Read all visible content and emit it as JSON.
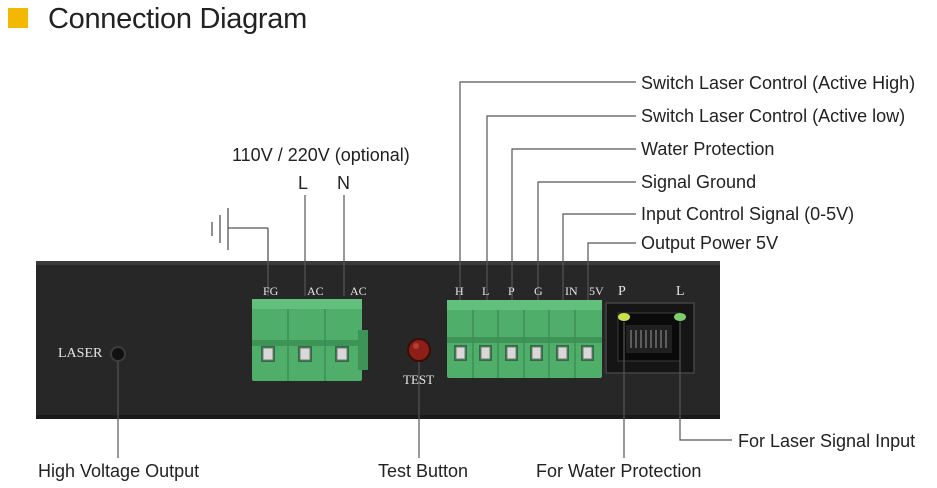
{
  "title": "Connection Diagram",
  "power": {
    "voltage_label": "110V / 220V (optional)",
    "l_label": "L",
    "n_label": "N"
  },
  "signal_callouts": [
    "Switch Laser Control (Active High)",
    "Switch Laser Control (Active low)",
    "Water Protection",
    "Signal Ground",
    "Input Control Signal (0-5V)",
    "Output Power 5V"
  ],
  "bottom_labels": {
    "hv_output": "High Voltage Output",
    "test_button": "Test Button",
    "water_protection": "For Water Protection",
    "laser_signal": "For Laser Signal Input"
  },
  "panel": {
    "laser": "LASER",
    "test": "TEST",
    "power_pins": [
      "FG",
      "AC",
      "AC"
    ],
    "signal_pins": [
      "H",
      "L",
      "P",
      "G",
      "IN",
      "5V"
    ],
    "rj45_pins": [
      "P",
      "L"
    ]
  },
  "colors": {
    "accent": "#f5b800",
    "panel": "#262626",
    "terminal_green": "#4fae6a",
    "test_button": "#8c2018",
    "led": "#c8e04a"
  }
}
